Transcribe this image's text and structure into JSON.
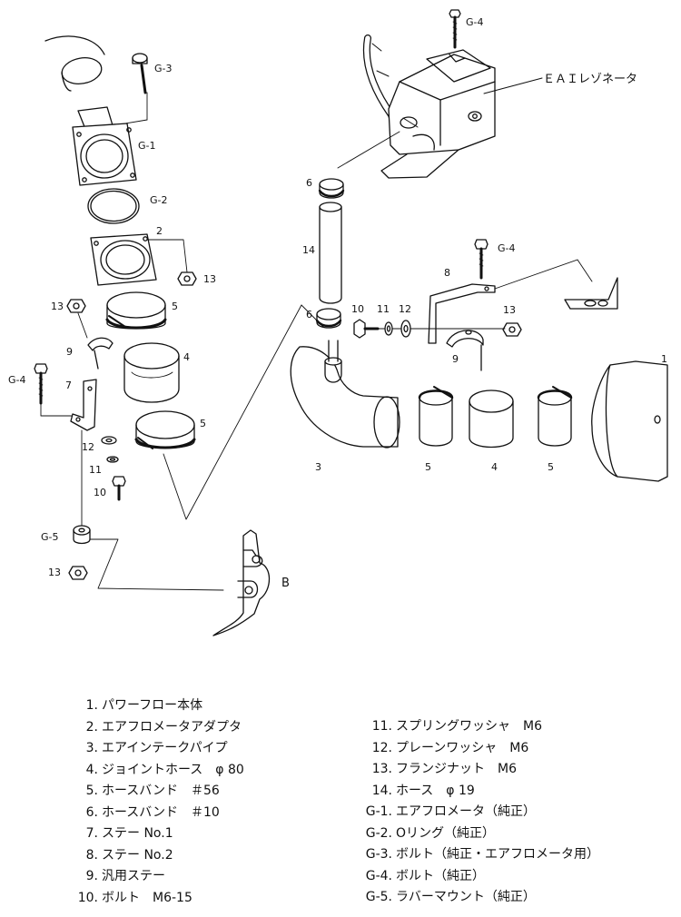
{
  "resonator_label": "ＥＡＩレゾネータ",
  "callouts": {
    "g4_top": "G-4",
    "g3": "G-3",
    "g1": "G-1",
    "g2": "G-2",
    "n2": "2",
    "n13_adapter": "13",
    "n13_left": "13",
    "n5_upper": "5",
    "n9_left": "9",
    "n4_left": "4",
    "g4_left": "G-4",
    "n7": "7",
    "n5_lower": "5",
    "n12_left": "12",
    "n11_left": "11",
    "n10_left": "10",
    "g5": "G-5",
    "n13_bottom": "13",
    "b": "B",
    "n6_top": "6",
    "n14": "14",
    "n6_lower": "6",
    "g4_right": "G-4",
    "n8": "8",
    "n10_right": "10",
    "n11_right": "11",
    "n12_right": "12",
    "n13_right": "13",
    "n9_right": "9",
    "n1": "1",
    "n3": "3",
    "n5_b1": "5",
    "n4_b": "4",
    "n5_b2": "5"
  },
  "parts_left": [
    {
      "num": "1.",
      "name": "パワーフロー本体"
    },
    {
      "num": "2.",
      "name": "エアフロメータアダプタ"
    },
    {
      "num": "3.",
      "name": "エアインテークパイプ"
    },
    {
      "num": "4.",
      "name": "ジョイントホース　φ 80"
    },
    {
      "num": "5.",
      "name": "ホースバンド　＃56"
    },
    {
      "num": "6.",
      "name": "ホースバンド　＃10"
    },
    {
      "num": "7.",
      "name": "ステー No.1"
    },
    {
      "num": "8.",
      "name": "ステー No.2"
    },
    {
      "num": "9.",
      "name": "汎用ステー"
    },
    {
      "num": "10.",
      "name": "ボルト　M6-15"
    }
  ],
  "parts_right": [
    {
      "num": "11.",
      "name": "スプリングワッシャ　M6"
    },
    {
      "num": "12.",
      "name": "プレーンワッシャ　M6"
    },
    {
      "num": "13.",
      "name": "フランジナット　M6"
    },
    {
      "num": "14.",
      "name": "ホース　φ 19"
    },
    {
      "num": "G-1.",
      "name": "エアフロメータ（純正）"
    },
    {
      "num": "G-2.",
      "name": "Oリング（純正）"
    },
    {
      "num": "G-3.",
      "name": "ボルト（純正・エアフロメータ用）"
    },
    {
      "num": "G-4.",
      "name": "ボルト（純正）"
    },
    {
      "num": "G-5.",
      "name": "ラバーマウント（純正）"
    }
  ]
}
